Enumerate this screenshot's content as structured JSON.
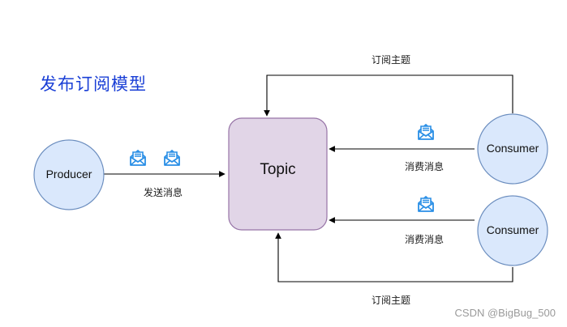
{
  "diagram": {
    "title": "发布订阅模型",
    "nodes": {
      "producer": "Producer",
      "topic": "Topic",
      "consumer_1": "Consumer",
      "consumer_2": "Consumer"
    },
    "edge_labels": {
      "send": "发送消息",
      "consume_1": "消费消息",
      "consume_2": "消费消息",
      "subscribe_top": "订阅主题",
      "subscribe_bottom": "订阅主题"
    },
    "icons": [
      "message-envelope-icon",
      "message-envelope-icon",
      "message-envelope-icon",
      "message-envelope-icon"
    ],
    "colors": {
      "title": "#1a3fd6",
      "node_fill": "#dae8fc",
      "node_stroke": "#6c8ebf",
      "topic_fill": "#e1d5e7",
      "topic_stroke": "#9673a6",
      "icon": "#2a8fe6"
    }
  },
  "watermark": "CSDN @BigBug_500"
}
